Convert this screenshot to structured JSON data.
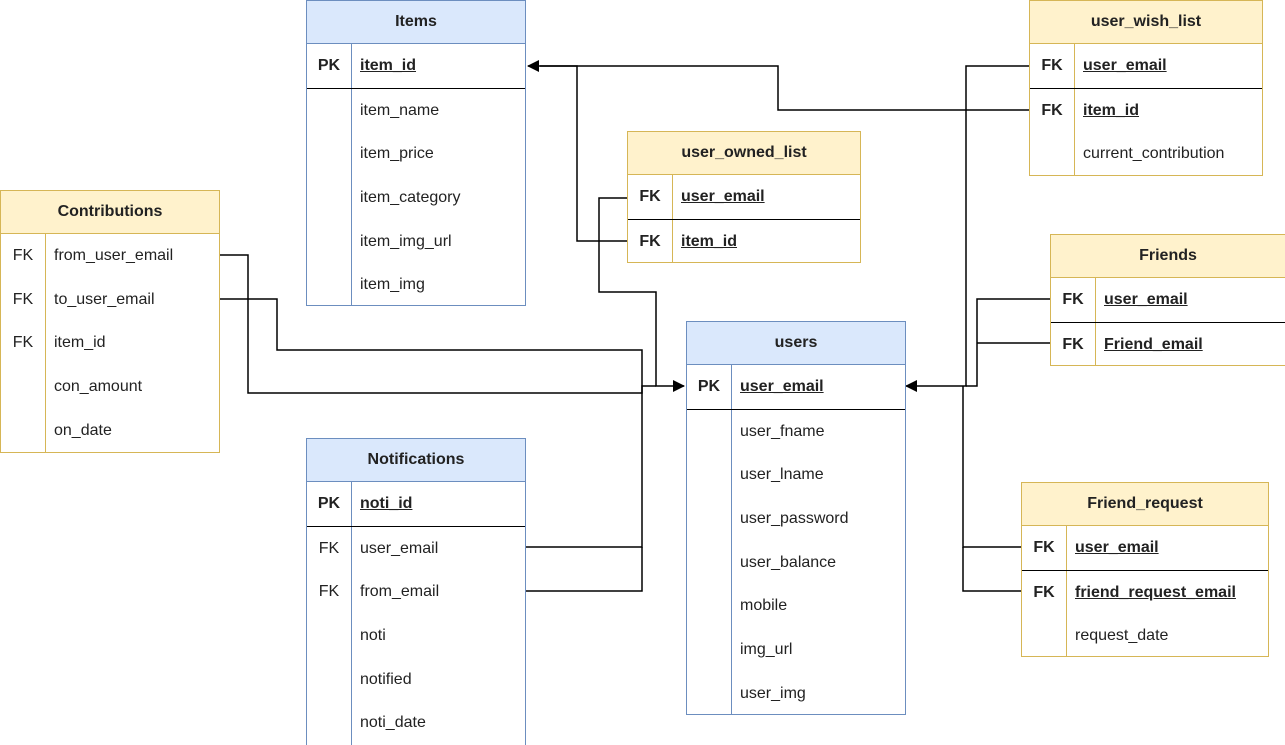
{
  "tables": {
    "items": {
      "title": "Items",
      "rows": [
        {
          "key": "PK",
          "field": "item_id"
        },
        {
          "key": "",
          "field": "item_name"
        },
        {
          "key": "",
          "field": "item_price"
        },
        {
          "key": "",
          "field": "item_category"
        },
        {
          "key": "",
          "field": "item_img_url"
        },
        {
          "key": "",
          "field": "item_img"
        }
      ]
    },
    "user_wish_list": {
      "title": "user_wish_list",
      "rows": [
        {
          "key": "FK",
          "field": "user_email"
        },
        {
          "key": "FK",
          "field": "item_id"
        },
        {
          "key": "",
          "field": "current_contribution"
        }
      ]
    },
    "user_owned_list": {
      "title": "user_owned_list",
      "rows": [
        {
          "key": "FK",
          "field": "user_email"
        },
        {
          "key": "FK",
          "field": "item_id"
        }
      ]
    },
    "contributions": {
      "title": "Contributions",
      "rows": [
        {
          "key": "FK",
          "field": "from_user_email"
        },
        {
          "key": "FK",
          "field": "to_user_email"
        },
        {
          "key": "FK",
          "field": "item_id"
        },
        {
          "key": "",
          "field": "con_amount"
        },
        {
          "key": "",
          "field": "on_date"
        }
      ]
    },
    "friends": {
      "title": "Friends",
      "rows": [
        {
          "key": "FK",
          "field": "user_email"
        },
        {
          "key": "FK",
          "field": "Friend_email"
        }
      ]
    },
    "users": {
      "title": "users",
      "rows": [
        {
          "key": "PK",
          "field": "user_email"
        },
        {
          "key": "",
          "field": "user_fname"
        },
        {
          "key": "",
          "field": "user_lname"
        },
        {
          "key": "",
          "field": "user_password"
        },
        {
          "key": "",
          "field": "user_balance"
        },
        {
          "key": "",
          "field": "mobile"
        },
        {
          "key": "",
          "field": "img_url"
        },
        {
          "key": "",
          "field": "user_img"
        }
      ]
    },
    "notifications": {
      "title": "Notifications",
      "rows": [
        {
          "key": "PK",
          "field": "noti_id"
        },
        {
          "key": "FK",
          "field": "user_email"
        },
        {
          "key": "FK",
          "field": "from_email"
        },
        {
          "key": "",
          "field": "noti"
        },
        {
          "key": "",
          "field": "notified"
        },
        {
          "key": "",
          "field": "noti_date"
        }
      ]
    },
    "friend_request": {
      "title": "Friend_request",
      "rows": [
        {
          "key": "FK",
          "field": "user_email"
        },
        {
          "key": "FK",
          "field": "friend_request_email"
        },
        {
          "key": "",
          "field": "request_date"
        }
      ]
    }
  },
  "colors": {
    "blue_header": "#dae8fc",
    "blue_border": "#6c8ebf",
    "yellow_header": "#fff2cc",
    "yellow_border": "#d6b656",
    "connector": "#000000"
  }
}
